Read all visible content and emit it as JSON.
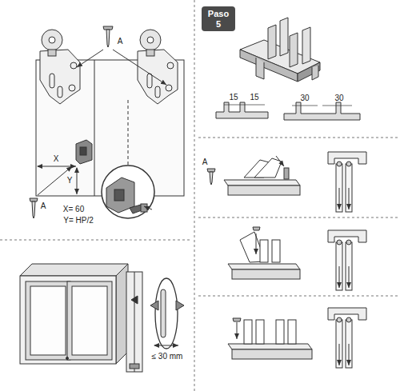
{
  "diagram": {
    "nodes": [
      {
        "text": [
          "Paso 5"
        ]
      }
    ],
    "labels": [
      "A",
      "X",
      "Y",
      "A",
      "X= 60",
      "Y= HP/2",
      "15",
      "15",
      "30",
      "30",
      "A",
      "≤ 30 mm"
    ]
  }
}
